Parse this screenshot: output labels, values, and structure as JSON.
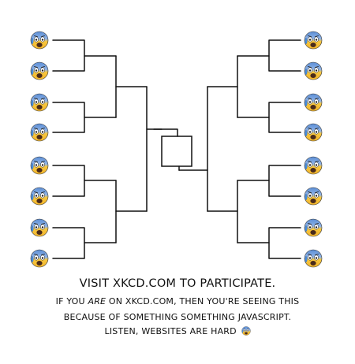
{
  "bracket": {
    "left_contestants": [
      {
        "icon": "anxious-face-with-sweat-icon"
      },
      {
        "icon": "anxious-face-with-sweat-icon"
      },
      {
        "icon": "anxious-face-with-sweat-icon"
      },
      {
        "icon": "anxious-face-with-sweat-icon"
      },
      {
        "icon": "anxious-face-with-sweat-icon"
      },
      {
        "icon": "anxious-face-with-sweat-icon"
      },
      {
        "icon": "anxious-face-with-sweat-icon"
      },
      {
        "icon": "anxious-face-with-sweat-icon"
      }
    ],
    "right_contestants": [
      {
        "icon": "anxious-face-with-sweat-icon"
      },
      {
        "icon": "anxious-face-with-sweat-icon"
      },
      {
        "icon": "anxious-face-with-sweat-icon"
      },
      {
        "icon": "anxious-face-with-sweat-icon"
      },
      {
        "icon": "anxious-face-with-sweat-icon"
      },
      {
        "icon": "anxious-face-with-sweat-icon"
      },
      {
        "icon": "anxious-face-with-sweat-icon"
      },
      {
        "icon": "anxious-face-with-sweat-icon"
      }
    ],
    "final_box_icon": "empty-final-box"
  },
  "caption": {
    "headline": "Visit xkcd.com to participate.",
    "line1_before": "If you",
    "line1_em": "are",
    "line1_after": "on xkcd.com, then you're seeing this",
    "line2": "because of something something javascript.",
    "line3": "Listen, websites are hard",
    "line3_icon": "anxious-face-with-sweat-icon"
  },
  "colors": {
    "ink": "#111111",
    "face_yellow": "#f7c63d",
    "face_blue": "#5b8ed6",
    "sweat_blue": "#4a90e2",
    "mouth": "#4a2b1a"
  }
}
